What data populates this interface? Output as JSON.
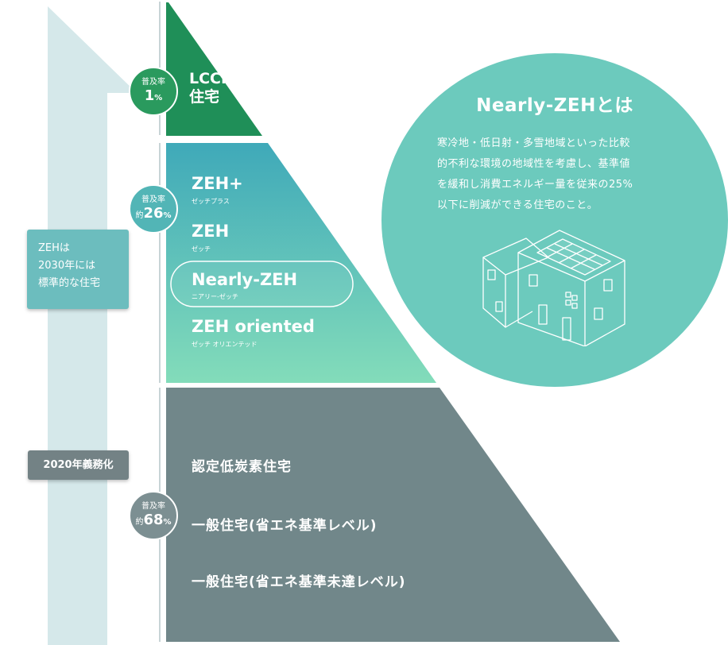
{
  "colors": {
    "arrow": "#d5e8ea",
    "lccm": "#1f8f58",
    "zeh_top": "#3fa9b9",
    "zeh_bottom": "#83dcba",
    "base": "#71878a",
    "circle": "#6ccabd"
  },
  "side_labels": {
    "zeh_standard": "ZEHは\n2030年には\n標準的な住宅",
    "mandatory_2020": "2020年義務化"
  },
  "tiers": {
    "lccm": {
      "rate_label": "普及率",
      "rate_prefix": "",
      "rate_value": "1",
      "rate_unit": "%",
      "title": "LCCM\n住宅"
    },
    "zeh": {
      "rate_label": "普及率",
      "rate_prefix": "約",
      "rate_value": "26",
      "rate_unit": "%",
      "items": [
        {
          "title": "ZEH+",
          "sub": "ゼッチプラス"
        },
        {
          "title": "ZEH",
          "sub": "ゼッチ"
        },
        {
          "title": "Nearly-ZEH",
          "sub": "ニアリー-ゼッチ"
        },
        {
          "title": "ZEH oriented",
          "sub": "ゼッチ オリエンテッド"
        }
      ]
    },
    "standard": {
      "rate_label": "普及率",
      "rate_prefix": "約",
      "rate_value": "68",
      "rate_unit": "%",
      "items": [
        "認定低炭素住宅",
        "一般住宅(省エネ基準レベル)",
        "一般住宅(省エネ基準未達レベル)"
      ]
    }
  },
  "explanation": {
    "title": "Nearly-ZEHとは",
    "body_lines": [
      "寒冷地・低日射・多雪地域といった比較",
      "的不利な環境の地域性を考慮し、基準値",
      "を緩和し消費エネルギー量を従来の25%",
      "以下に削減ができる住宅のこと。"
    ],
    "illustration": "house-with-solar-panels-icon"
  }
}
